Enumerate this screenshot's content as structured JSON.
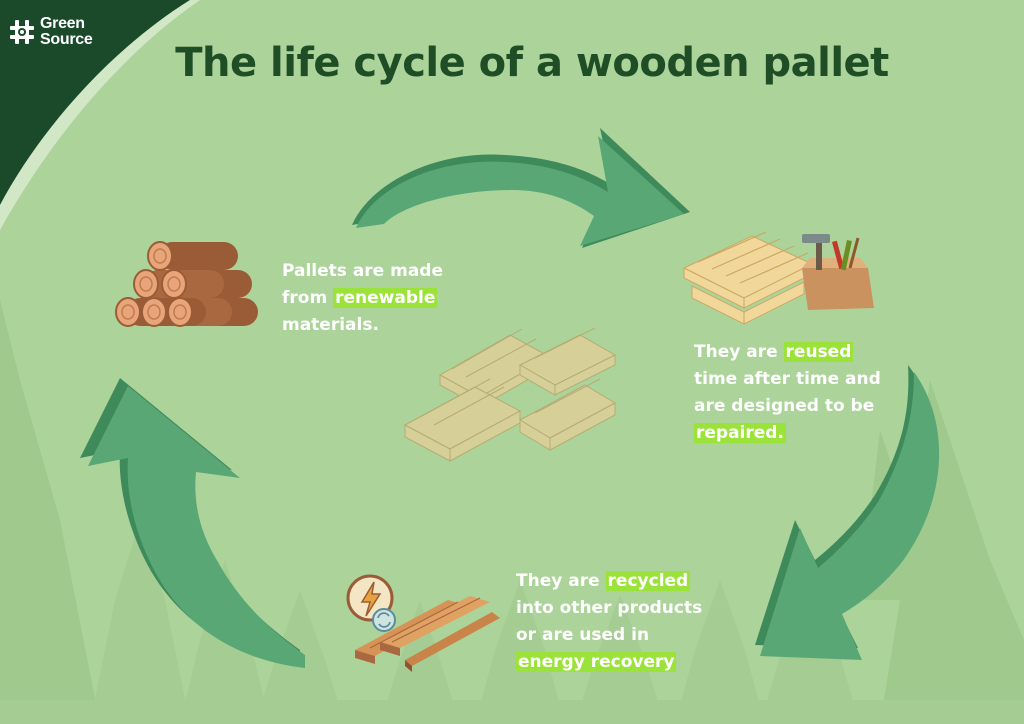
{
  "brand": {
    "hash": "#",
    "line1": "Green",
    "line2": "Source"
  },
  "title": "The life cycle of a wooden pallet",
  "steps": [
    {
      "id": "logs",
      "icon": "logs-icon",
      "lines": [
        [
          {
            "t": "Pallets are made"
          }
        ],
        [
          {
            "t": "from "
          },
          {
            "t": "renewable",
            "hl": true
          }
        ],
        [
          {
            "t": "materials."
          }
        ]
      ]
    },
    {
      "id": "reuse",
      "icon": "pallet-toolbox-icon",
      "lines": [
        [
          {
            "t": "They are "
          },
          {
            "t": "reused",
            "hl": true
          }
        ],
        [
          {
            "t": "time after time and"
          }
        ],
        [
          {
            "t": "are designed to be"
          }
        ],
        [
          {
            "t": "repaired.",
            "hl": true
          }
        ]
      ]
    },
    {
      "id": "recycle",
      "icon": "planks-energy-icon",
      "lines": [
        [
          {
            "t": "They are "
          },
          {
            "t": "recycled",
            "hl": true
          }
        ],
        [
          {
            "t": "into other products"
          }
        ],
        [
          {
            "t": "or are used in"
          }
        ],
        [
          {
            "t": "energy recovery",
            "hl": true
          }
        ]
      ]
    }
  ],
  "center_icon": "pallet-stack-icon",
  "colors": {
    "background": "#acd49a",
    "arrow": "#5aa776",
    "arrow_shadow": "#3f8a5b",
    "highlight": "#9be33a",
    "title": "#1f4d26",
    "corner": "#1b4a2b"
  }
}
